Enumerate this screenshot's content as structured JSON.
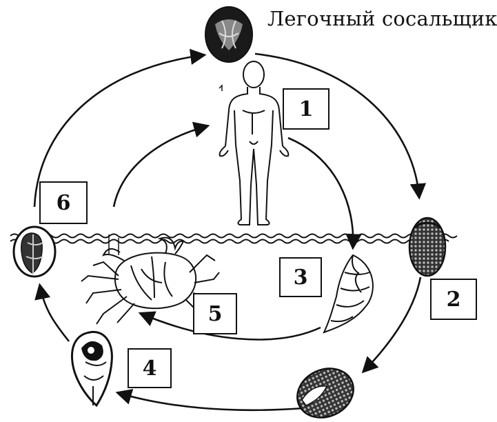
{
  "title": "Легочный сосальщик",
  "stages": [
    {
      "number": "1",
      "icon": "human-figure-icon"
    },
    {
      "number": "2",
      "icon": "egg-icon"
    },
    {
      "number": "3",
      "icon": "snail-shell-icon"
    },
    {
      "number": "4",
      "icon": "cercaria-icon"
    },
    {
      "number": "5",
      "icon": "crab-icon"
    },
    {
      "number": "6",
      "icon": "metacercaria-icon"
    }
  ],
  "colors": {
    "ink": "#111111",
    "background": "#ffffff"
  }
}
